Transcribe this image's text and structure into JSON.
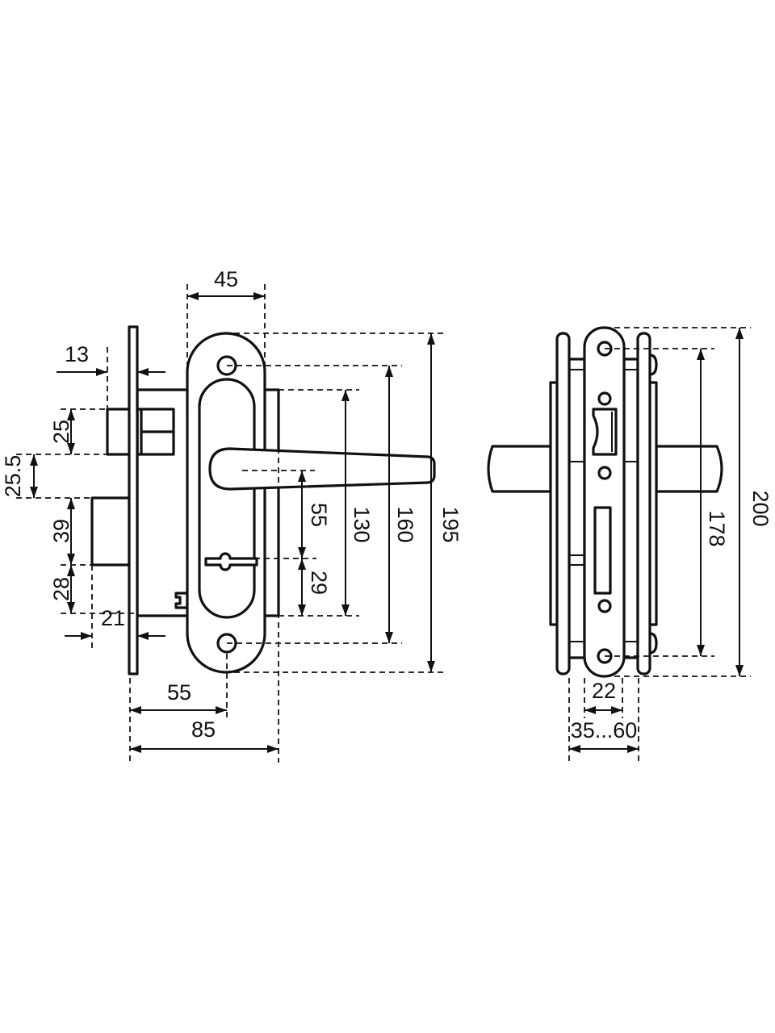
{
  "drawing": {
    "title": "Mortise lock with lever handles — dimension drawing",
    "front_view": {
      "dim_escutcheon_width": "45",
      "dim_latch_projection": "13",
      "dim_latch_height": "25",
      "dim_latch_to_bolt": "25.5",
      "dim_bolt_height": "39",
      "dim_bolt_to_body": "28",
      "dim_bolt_projection": "21",
      "dim_backset": "55",
      "dim_body_depth": "85",
      "dim_handle_to_key": "55",
      "dim_key_to_body": "29",
      "dim_body_height": "130",
      "dim_screw_spacing": "160",
      "dim_escutcheon_height": "195"
    },
    "side_view": {
      "dim_screw_spacing": "178",
      "dim_faceplate_height": "200",
      "dim_faceplate_width": "22",
      "dim_door_thickness": "35...60"
    }
  }
}
